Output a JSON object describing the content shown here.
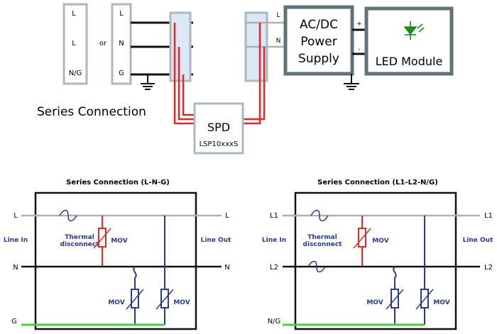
{
  "top": {
    "left_terms_a": [
      "L",
      "L",
      "N/G"
    ],
    "or_label": "or",
    "left_terms_b": [
      "L",
      "N",
      "G"
    ],
    "series_label": "Series Connection",
    "spd_title": "SPD",
    "spd_model": "LSP10xxxS",
    "psu_lines": [
      "AC/DC",
      "Power",
      "Supply"
    ],
    "psu_in_l": "L",
    "psu_in_n": "N",
    "plus": "+",
    "minus": "-",
    "led_label": "LED Module"
  },
  "left_panel": {
    "title": "Series Connection (L-N-G)",
    "l_in": "L",
    "l_out": "L",
    "n_in": "N",
    "n_out": "N",
    "g_in": "G",
    "line_in": "Line In",
    "line_out": "Line Out",
    "thermal": [
      "Thermal",
      "disconnect"
    ],
    "mov": "MOV"
  },
  "right_panel": {
    "title": "Series Connection (L1-L2-N/G)",
    "l_in": "L1",
    "l_out": "L1",
    "n_in": "L2",
    "n_out": "L2",
    "g_in": "N/G",
    "line_in": "Line In",
    "line_out": "Line Out",
    "thermal": [
      "Thermal",
      "disconnect"
    ],
    "mov": "MOV"
  },
  "colors": {
    "box_border": "#a9b9bd",
    "box_fill": "#dde7f7",
    "psu_border": "#5f7378",
    "red_wire": "#e02a2a",
    "blue_label": "#2a3a8c",
    "blue_wire": "#2a3a8c",
    "gray_wire": "#b0b0b0",
    "green_wire": "#4ec84e",
    "led_green": "#1e8a1e"
  }
}
